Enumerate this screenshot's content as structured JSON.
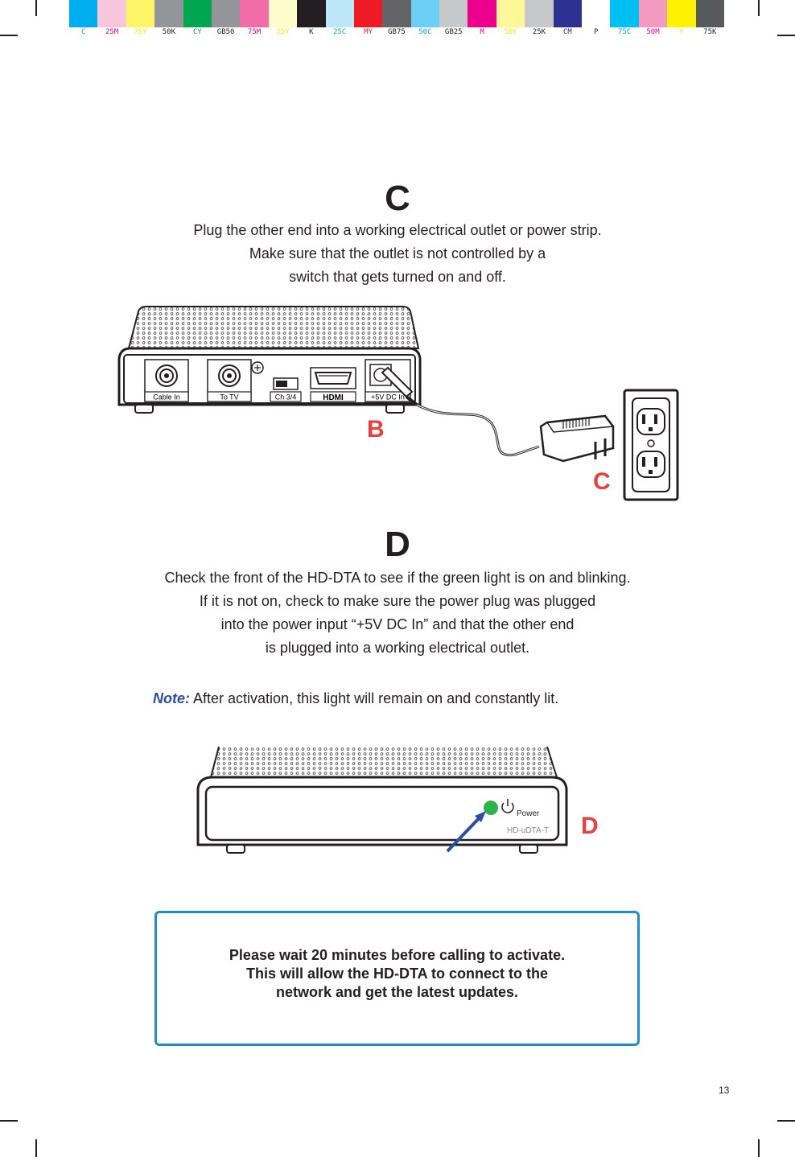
{
  "colorbar": {
    "swatches": [
      {
        "label": "C",
        "color": "#00aeef",
        "text": "#00aeef"
      },
      {
        "label": "25M",
        "color": "#f8c6dc",
        "text": "#ec008c"
      },
      {
        "label": "75Y",
        "color": "#fff568",
        "text": "#ffe600"
      },
      {
        "label": "50K",
        "color": "#939598",
        "text": "#231f20"
      },
      {
        "label": "CY",
        "color": "#00a650",
        "text": "#00a650"
      },
      {
        "label": "GB50",
        "color": "#939598",
        "text": "#231f20"
      },
      {
        "label": "75M",
        "color": "#f26ca7",
        "text": "#ec008c"
      },
      {
        "label": "25Y",
        "color": "#fffccc",
        "text": "#ffe600"
      },
      {
        "label": "K",
        "color": "#231f20",
        "text": "#231f20"
      },
      {
        "label": "25C",
        "color": "#bde6f8",
        "text": "#00aeef"
      },
      {
        "label": "MY",
        "color": "#ed1c24",
        "text": "#ed1c24"
      },
      {
        "label": "GB75",
        "color": "#636466",
        "text": "#231f20"
      },
      {
        "label": "50C",
        "color": "#6dcff6",
        "text": "#00aeef"
      },
      {
        "label": "GB25",
        "color": "#c7c8ca",
        "text": "#231f20"
      },
      {
        "label": "M",
        "color": "#ec008c",
        "text": "#ec008c"
      },
      {
        "label": "50Y",
        "color": "#fff799",
        "text": "#ffe600"
      },
      {
        "label": "25K",
        "color": "#c7c8ca",
        "text": "#231f20"
      },
      {
        "label": "CM",
        "color": "#2e3192",
        "text": "#2e3192"
      },
      {
        "label": "P",
        "color": "#ffffff",
        "text": "#231f20"
      },
      {
        "label": "75C",
        "color": "#00bff3",
        "text": "#00aeef"
      },
      {
        "label": "50M",
        "color": "#f49ac1",
        "text": "#ec008c"
      },
      {
        "label": "Y",
        "color": "#fff200",
        "text": "#ffe600"
      },
      {
        "label": "75K",
        "color": "#58595b",
        "text": "#231f20"
      }
    ]
  },
  "step_c": {
    "letter": "C",
    "lines": [
      "Plug the other end into a working electrical outlet or power strip.",
      "Make sure that the outlet is not controlled by a",
      "switch that gets turned on and off."
    ]
  },
  "rear_panel": {
    "ports": [
      "Cable In",
      "To TV",
      "Ch 3/4",
      "HDMI",
      "+5V DC In"
    ],
    "label_b": "B",
    "label_c": "C"
  },
  "step_d": {
    "letter": "D",
    "lines": [
      "Check the front of the HD-DTA to see if the green light is on and blinking.",
      "If it is not on, check to make sure the power plug was plugged",
      "into the power input “+5V DC In” and that the other end",
      "is plugged into a working electrical outlet."
    ]
  },
  "note": {
    "label": "Note:",
    "text": "After activation, this light will remain on and constantly lit."
  },
  "front_panel": {
    "power_label": "Power",
    "model": "HD-uDTA-T",
    "label_d": "D"
  },
  "callout": {
    "lines": [
      "Please wait 20 minutes before calling to activate.",
      "This will allow the HD-DTA to connect to the",
      "network and get the latest updates."
    ]
  },
  "page_number": "13"
}
